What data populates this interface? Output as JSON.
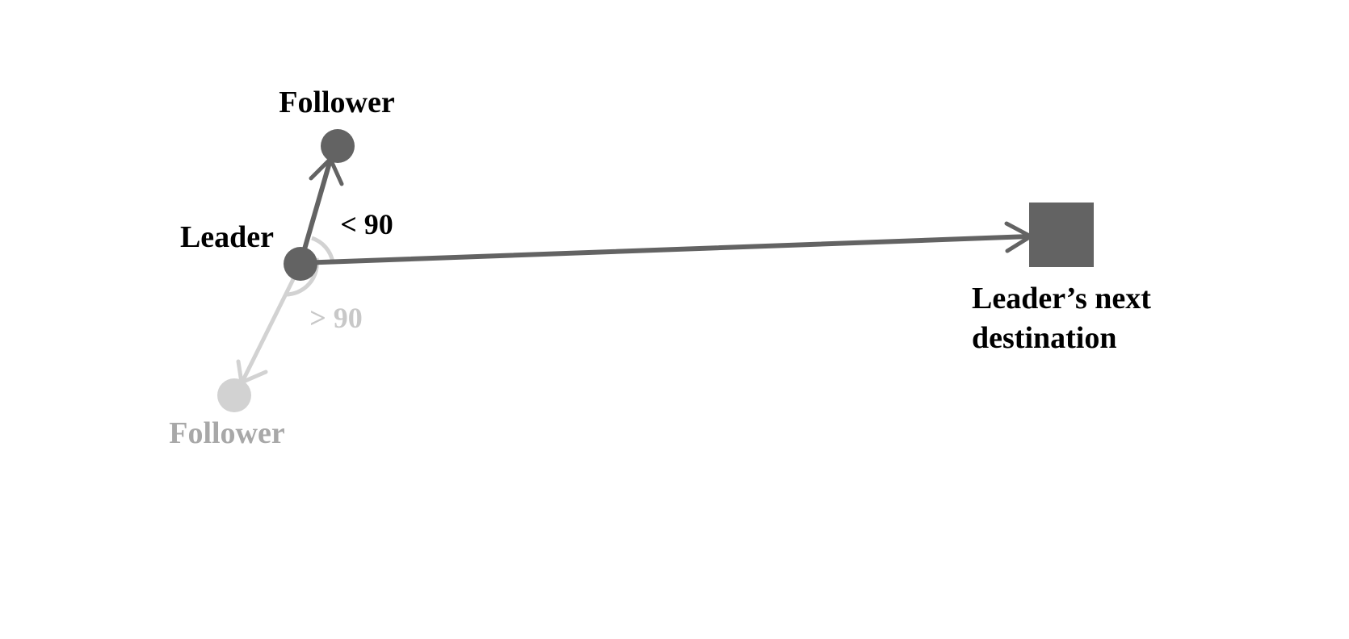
{
  "labels": {
    "follower_top": "Follower",
    "leader": "Leader",
    "angle_acute": "< 90",
    "angle_obtuse": "> 90",
    "follower_bottom": "Follower",
    "destination_line1": "Leader’s next",
    "destination_line2": "destination"
  },
  "colors": {
    "dark": "#636363",
    "light": "#d2d2d2",
    "text_dark": "#000000",
    "text_light": "#a8a8a8"
  }
}
